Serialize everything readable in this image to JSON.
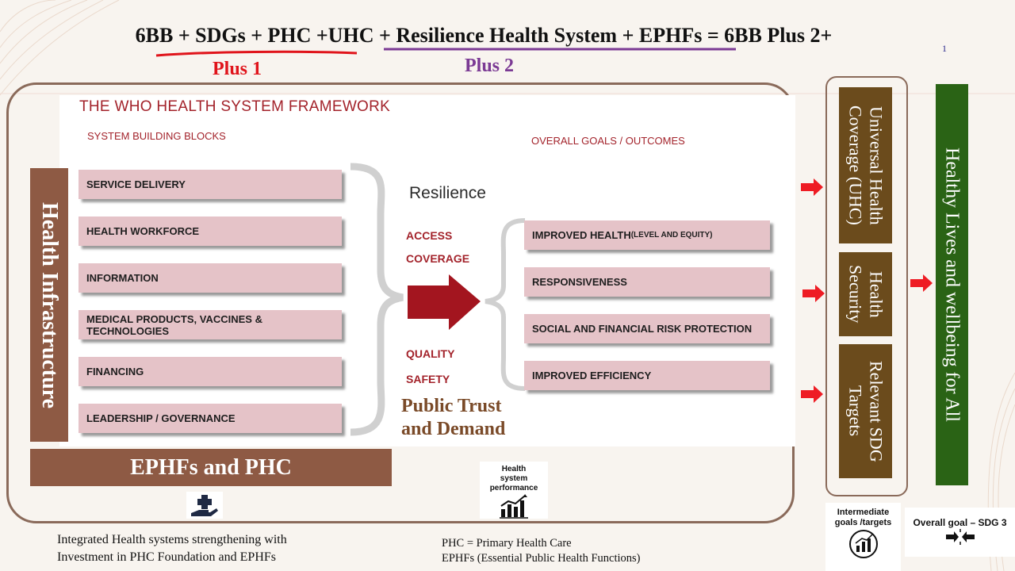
{
  "header": {
    "title_parts": [
      "6BB + ",
      "SDGs",
      " + PHC +UHC",
      " + ",
      "Resilience Health System + EPHFs",
      " = 6BB Plus 2+"
    ],
    "plus1": "Plus 1",
    "plus2": "Plus 2",
    "page_number": "1"
  },
  "figure": {
    "title": "THE WHO HEALTH SYSTEM FRAMEWORK",
    "building_blocks_heading": "SYSTEM BUILDING BLOCKS",
    "goals_heading": "OVERALL GOALS / OUTCOMES",
    "building_blocks": [
      "SERVICE DELIVERY",
      "HEALTH WORKFORCE",
      "INFORMATION",
      "MEDICAL PRODUCTS, VACCINES & TECHNOLOGIES",
      "FINANCING",
      "LEADERSHIP / GOVERNANCE"
    ],
    "resilience": "Resilience",
    "middle_labels": [
      "ACCESS",
      "COVERAGE",
      "QUALITY",
      "SAFETY"
    ],
    "goals": [
      {
        "main": "IMPROVED HEALTH",
        "small": " (LEVEL AND EQUITY)"
      },
      {
        "main": "RESPONSIVENESS",
        "small": ""
      },
      {
        "main": "SOCIAL AND FINANCIAL RISK PROTECTION",
        "small": ""
      },
      {
        "main": "IMPROVED EFFICIENCY",
        "small": ""
      }
    ],
    "public_trust": [
      "Public Trust",
      "and Demand"
    ]
  },
  "left_bar": "Health Infrastructure",
  "bottom_bar": "EPHFs and PHC",
  "intermediate": {
    "uhc": "Universal Health Coverage (UHC)",
    "security": "Health Security",
    "sdg": "Relevant SDG Targets"
  },
  "final_goal": "Healthy Lives and wellbeing for All",
  "icons": {
    "hand_plus": "hand-plus-icon",
    "performance_label": "Health system performance",
    "intermediate_label": "Intermediate goals /targets",
    "overall_label": "Overall goal – SDG 3"
  },
  "footer": {
    "left_line1": "Integrated Health systems strengthening with",
    "left_line2": "Investment in PHC Foundation and EPHFs",
    "mid_line1": "PHC = Primary Health Care",
    "mid_line2": "EPHFs (Essential Public Health Functions)"
  },
  "colors": {
    "brown": "#8e5a44",
    "dark_brown": "#6b4b1c",
    "green": "#2a6315",
    "red_arrow": "#ee1c24",
    "block_pink": "#e5c3c8",
    "plus1_red": "#e0141b",
    "plus2_purple": "#7b3a94"
  }
}
